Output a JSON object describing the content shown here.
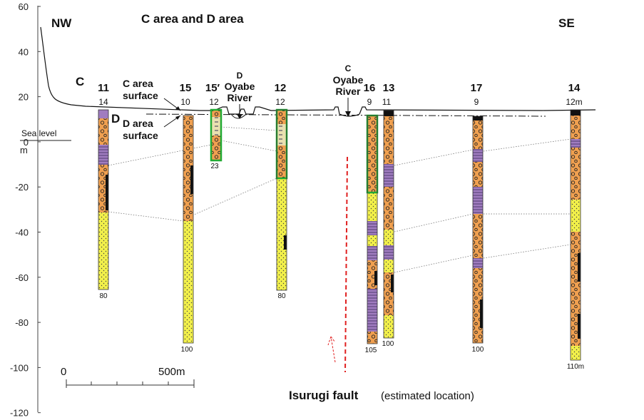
{
  "title": "C area and  D area",
  "direction": {
    "left": "NW",
    "right": "SE"
  },
  "y_axis": {
    "ticks": [
      "60",
      "40",
      "20",
      "0",
      "-20",
      "-40",
      "-60",
      "-80",
      "-100",
      "-120"
    ],
    "zero_unit": "m"
  },
  "labels": {
    "sea_level": "Sea level",
    "c_marker": "C",
    "d_marker": "D",
    "c_area_surface": [
      "C area",
      "surface"
    ],
    "d_area_surface": [
      "D area",
      "surface"
    ],
    "d_river": [
      "D",
      "Oyabe",
      "River"
    ],
    "c_river": [
      "C",
      "Oyabe",
      "River"
    ]
  },
  "scale_bar": {
    "start": "0",
    "end": "500m"
  },
  "fault": {
    "name": "Isurugi fault",
    "note": "(estimated location)"
  },
  "boreholes": [
    {
      "id": "11",
      "elev": "14",
      "depth": "80"
    },
    {
      "id": "15",
      "elev": "10",
      "depth": "100"
    },
    {
      "id": "15′",
      "elev": "12",
      "depth": "23"
    },
    {
      "id": "12",
      "elev": "12",
      "depth": "80"
    },
    {
      "id": "16",
      "elev": "9",
      "depth": "105"
    },
    {
      "id": "13",
      "elev": "11",
      "depth": "100"
    },
    {
      "id": "17",
      "elev": "9",
      "depth": "100"
    },
    {
      "id": "14",
      "elev": "12m",
      "depth": "110m"
    }
  ],
  "colors": {
    "gravel": "#f0a050",
    "sand": "#f2f04a",
    "silt": "#a07cc0",
    "topsoil": "#111111",
    "fault": "#e02020",
    "highlight": "#22aa33"
  }
}
